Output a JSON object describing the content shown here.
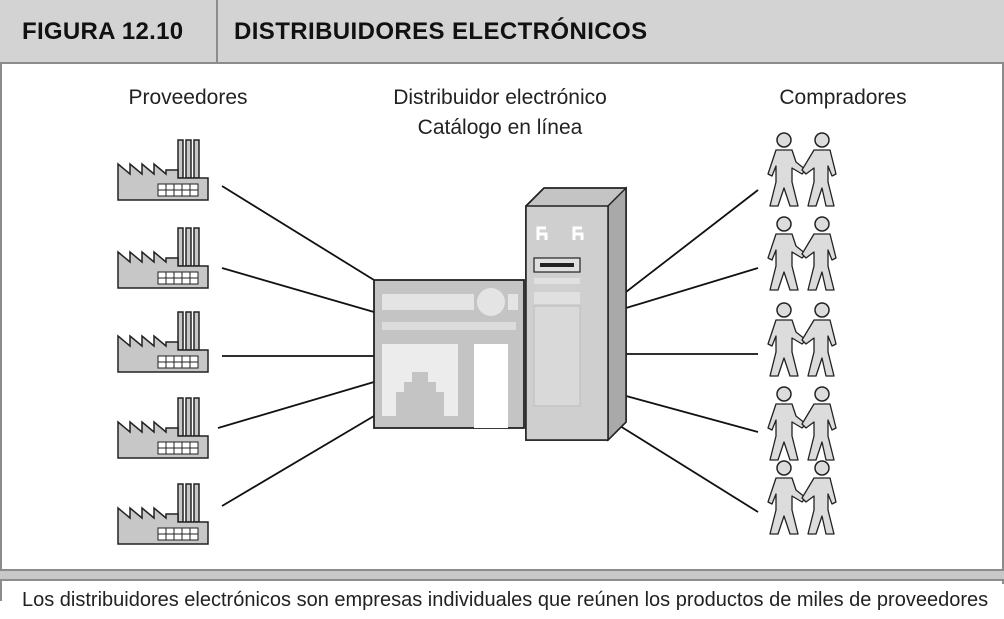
{
  "figure": {
    "label": "FIGURA 12.10",
    "title": "DISTRIBUIDORES ELECTRÓNICOS"
  },
  "labels": {
    "suppliers": "Proveedores",
    "distributor_line1": "Distribuidor electrónico",
    "distributor_line2": "Catálogo en línea",
    "buyers": "Compradores"
  },
  "caption": "Los distribuidores electrónicos son empresas individuales que reúnen los productos de miles de proveedores",
  "diagram": {
    "supplier_icon": "factory-icon",
    "buyer_icon": "handshake-people-icon",
    "hub_icons": [
      "storefront-icon",
      "server-tower-icon"
    ],
    "supplier_count": 5,
    "buyer_count": 5
  },
  "colors": {
    "header_band": "#d3d3d3",
    "frame": "#8c8c8c",
    "icon_fill": "#c7c7c7",
    "line": "#111111"
  }
}
